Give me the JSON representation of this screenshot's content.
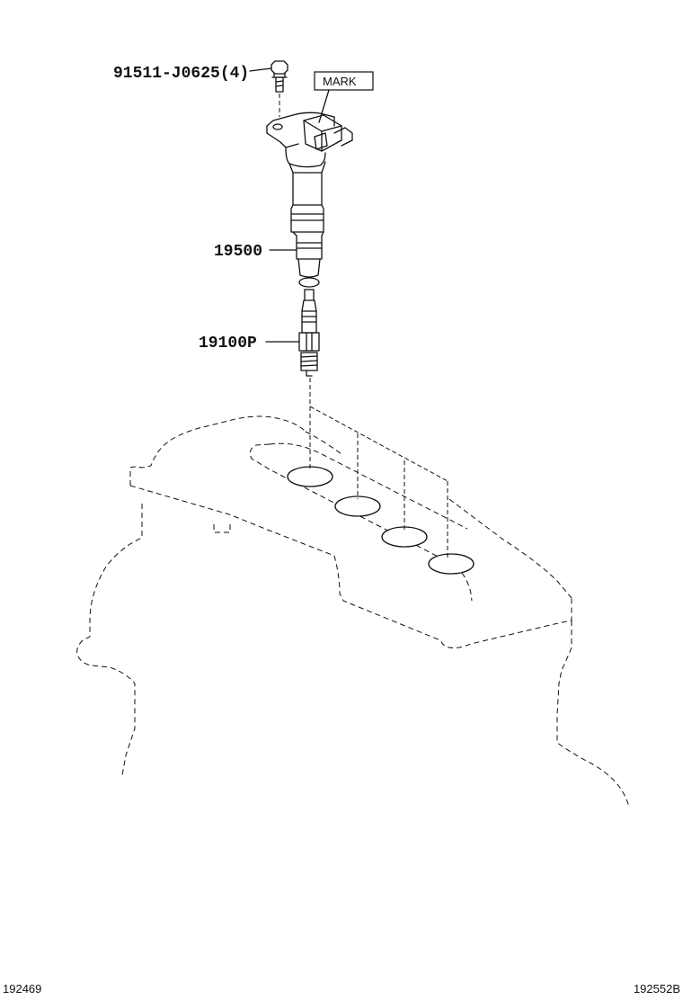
{
  "parts": {
    "bolt": "91511-J0625(4)",
    "coil": "19500",
    "plug": "19100P",
    "mark": "MARK"
  },
  "footer": {
    "left_code": "192469",
    "right_code": "192552B"
  }
}
